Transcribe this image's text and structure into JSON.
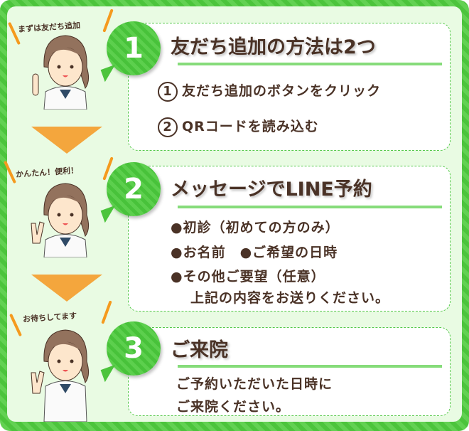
{
  "steps": [
    {
      "number": "1",
      "caption": "まずは友だち追加",
      "title": "友だち追加の方法は2つ",
      "items": [
        {
          "mark": "1",
          "text": "友だち追加のボタンをクリック"
        },
        {
          "mark": "2",
          "text": "QRコードを読み込む"
        }
      ]
    },
    {
      "number": "2",
      "caption": "かんたん！便利！",
      "title": "メッセージでLINE予約",
      "lines": [
        "●初診（初めての方のみ）",
        "●お名前　●ご希望の日時",
        "●その他ご要望（任意）",
        "上記の内容をお送りください。"
      ]
    },
    {
      "number": "3",
      "caption": "お待ちしてます",
      "title": "ご来院",
      "lines": [
        "ご予約いただいた日時に",
        "ご来院ください。"
      ]
    }
  ],
  "colors": {
    "green": "#4cc43c",
    "brown": "#4a3226",
    "orange": "#f4a63d"
  }
}
